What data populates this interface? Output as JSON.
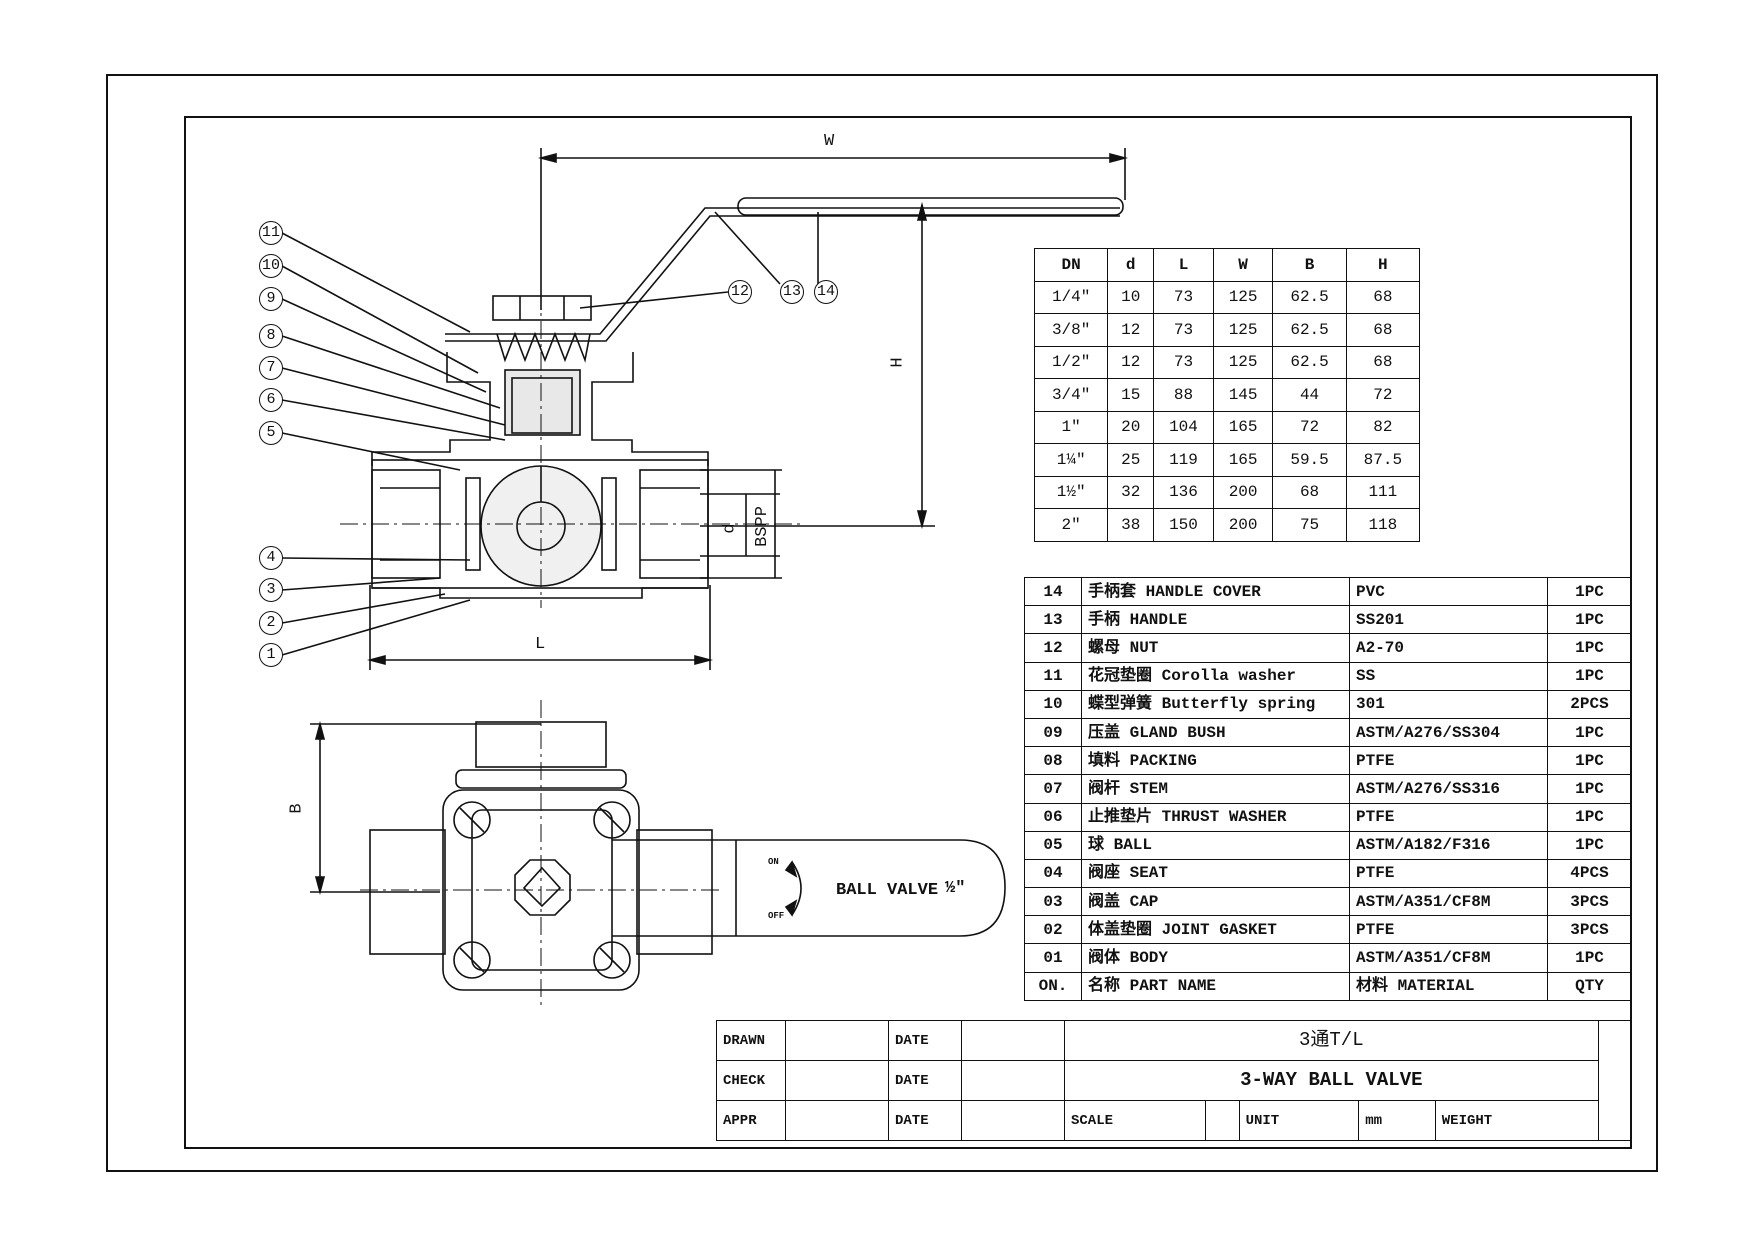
{
  "dimension_table": {
    "headers": [
      "DN",
      "d",
      "L",
      "W",
      "B",
      "H"
    ],
    "rows": [
      [
        "1/4\"",
        "10",
        "73",
        "125",
        "62.5",
        "68"
      ],
      [
        "3/8\"",
        "12",
        "73",
        "125",
        "62.5",
        "68"
      ],
      [
        "1/2\"",
        "12",
        "73",
        "125",
        "62.5",
        "68"
      ],
      [
        "3/4\"",
        "15",
        "88",
        "145",
        "44",
        "72"
      ],
      [
        "1\"",
        "20",
        "104",
        "165",
        "72",
        "82"
      ],
      [
        "1¼\"",
        "25",
        "119",
        "165",
        "59.5",
        "87.5"
      ],
      [
        "1½\"",
        "32",
        "136",
        "200",
        "68",
        "111"
      ],
      [
        "2\"",
        "38",
        "150",
        "200",
        "75",
        "118"
      ]
    ]
  },
  "parts_table": {
    "rows": [
      [
        "14",
        "手柄套 HANDLE COVER",
        "PVC",
        "1PC"
      ],
      [
        "13",
        "手柄 HANDLE",
        "SS201",
        "1PC"
      ],
      [
        "12",
        "螺母  NUT",
        "A2-70",
        "1PC"
      ],
      [
        "11",
        "花冠垫圈  Corolla washer",
        "SS",
        "1PC"
      ],
      [
        "10",
        "蝶型弹簧  Butterfly spring",
        "301",
        "2PCS"
      ],
      [
        "09",
        "压盖  GLAND BUSH",
        "ASTM/A276/SS304",
        "1PC"
      ],
      [
        "08",
        "填料 PACKING",
        "PTFE",
        "1PC"
      ],
      [
        "07",
        "阀杆  STEM",
        "ASTM/A276/SS316",
        "1PC"
      ],
      [
        "06",
        "止推垫片 THRUST WASHER",
        "PTFE",
        "1PC"
      ],
      [
        "05",
        "球 BALL",
        "ASTM/A182/F316",
        "1PC"
      ],
      [
        "04",
        "阀座  SEAT",
        "PTFE",
        "4PCS"
      ],
      [
        "03",
        "阀盖  CAP",
        "ASTM/A351/CF8M",
        "3PCS"
      ],
      [
        "02",
        "体盖垫圈 JOINT GASKET",
        "PTFE",
        "3PCS"
      ],
      [
        "01",
        "阀体  BODY",
        "ASTM/A351/CF8M",
        "1PC"
      ]
    ],
    "header": [
      "ON.",
      "名称  PART NAME",
      "材料 MATERIAL",
      "QTY"
    ]
  },
  "title_block": {
    "drawn": "DRAWN",
    "check": "CHECK",
    "appr": "APPR",
    "date": "DATE",
    "title_cn": "3通T/L",
    "title_en": "3-WAY BALL VALVE",
    "scale": "SCALE",
    "unit": "UNIT",
    "unit_value": "mm",
    "weight": "WEIGHT"
  },
  "drawing_labels": {
    "W": "W",
    "H": "H",
    "L": "L",
    "B": "B",
    "d": "d",
    "bspp": "BSPP",
    "handle_text": "BALL VALVE",
    "handle_size": "½\"",
    "on": "ON",
    "off": "OFF"
  },
  "callouts": [
    "1",
    "2",
    "3",
    "4",
    "5",
    "6",
    "7",
    "8",
    "9",
    "10",
    "11",
    "12",
    "13",
    "14"
  ]
}
